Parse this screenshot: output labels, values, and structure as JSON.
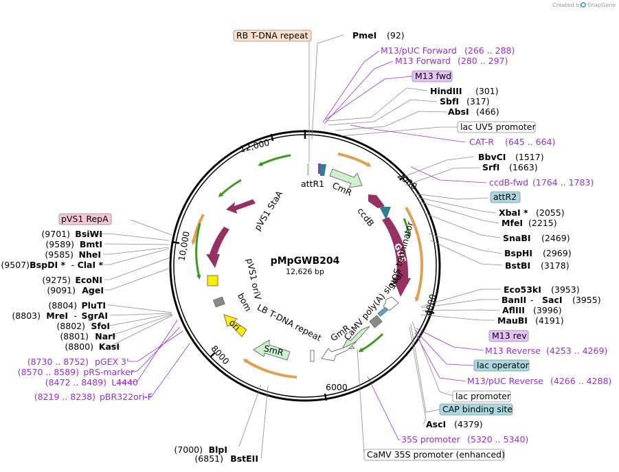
{
  "credit": "Created by",
  "brand": "SnapGene",
  "plasmid": {
    "name": "pMpGWB204",
    "size": "12,626 bp"
  },
  "scale": [
    "12,000",
    "10,000",
    "8000",
    "6000",
    "4000",
    "2000"
  ],
  "features_inner": {
    "attR1": "attR1",
    "cmR": "CmR",
    "ccdB": "ccdB",
    "gus": "GUS",
    "nos": "NOS terminator",
    "polyA": "CaMV poly(A) signal",
    "gmR": "GmR",
    "lb": "LB T-DNA repeat",
    "smR": "SmR",
    "ori": "ori",
    "bom": "bom",
    "oriV": "pVS1 oriV",
    "staA": "pVS1 StaA"
  },
  "sites_right": [
    {
      "name": "PmeI",
      "pos": "(92)"
    },
    {
      "name": "HindIII",
      "pos": "(301)"
    },
    {
      "name": "SbfI",
      "pos": "(317)"
    },
    {
      "name": "AbsI",
      "pos": "(466)"
    },
    {
      "name": "BbvCI",
      "pos": "(1517)"
    },
    {
      "name": "SrfI",
      "pos": "(1663)"
    },
    {
      "name": "XbaI *",
      "pos": "(2055)"
    },
    {
      "name": "MfeI",
      "pos": "(2215)"
    },
    {
      "name": "SnaBI",
      "pos": "(2469)"
    },
    {
      "name": "BspHI",
      "pos": "(2969)"
    },
    {
      "name": "BstBI",
      "pos": "(3178)"
    },
    {
      "name": "Eco53kI",
      "pos": "(3953)"
    },
    {
      "name": "BanII",
      "sep": "-",
      "name2": "SacI",
      "pos": "(3955)"
    },
    {
      "name": "AflIII",
      "pos": "(3996)"
    },
    {
      "name": "MauBI",
      "pos": "(4191)"
    },
    {
      "name": "AscI",
      "pos": "(4379)"
    }
  ],
  "primers_right": [
    {
      "name": "M13/pUC Forward",
      "pos": "(266 .. 288)"
    },
    {
      "name": "M13 Forward",
      "pos": "(280 .. 297)"
    },
    {
      "name": "CAT-R",
      "pos": "(645 .. 664)"
    },
    {
      "name": "ccdB-fwd",
      "pos": "(1764 .. 1783)"
    },
    {
      "name": "M13 Reverse",
      "pos": "(4253 .. 4269)"
    },
    {
      "name": "M13/pUC Reverse",
      "pos": "(4266 .. 4288)"
    },
    {
      "name": "35S promoter",
      "pos": "(5320 .. 5340)"
    }
  ],
  "boxes": {
    "rb": "RB T-DNA repeat",
    "m13fwd": "M13 fwd",
    "lacuv5": "lac UV5 promoter",
    "attR2": "attR2",
    "m13rev": "M13 rev",
    "lacop": "lac operator",
    "lacprom": "lac promoter",
    "cap": "CAP binding site",
    "camv35s": "CaMV 35S promoter (enhanced)",
    "repA": "pVS1 RepA"
  },
  "sites_left": [
    {
      "name": "BsiWI",
      "pos": "(9701)"
    },
    {
      "name": "BmtI",
      "pos": "(9589)"
    },
    {
      "name": "NheI",
      "pos": "(9585)"
    },
    {
      "name": "BspDI *",
      "sep": "-",
      "name2": "ClaI *",
      "pos": "(9507)"
    },
    {
      "name": "EcoNI",
      "pos": "(9275)"
    },
    {
      "name": "AgeI",
      "pos": "(9091)"
    },
    {
      "name": "PluTI",
      "pos": "(8804)"
    },
    {
      "name": "MreI",
      "sep": "-",
      "name2": "SgrAI",
      "pos": "(8803)"
    },
    {
      "name": "SfoI",
      "pos": "(8802)"
    },
    {
      "name": "NarI",
      "pos": "(8801)"
    },
    {
      "name": "KasI",
      "pos": "(8800)"
    },
    {
      "name": "BlpI",
      "pos": "(7000)"
    },
    {
      "name": "BstEII",
      "pos": "(6851)"
    }
  ],
  "primers_left": [
    {
      "name": "pGEX 3'",
      "pos": "(8730 .. 8752)"
    },
    {
      "name": "pRS-marker",
      "pos": "(8570 .. 8589)"
    },
    {
      "name": "L4440",
      "pos": "(8472 .. 8489)"
    },
    {
      "name": "pBR322ori-F",
      "pos": "(8219 .. 8238)"
    }
  ],
  "colors": {
    "marker": "#973063",
    "lightgreen": "#ccf2cc",
    "orange": "#e0a050",
    "green": "#3a9a20",
    "purple": "#9a2fd0",
    "ori": "#ffee00",
    "teal": "#2f7f8a"
  }
}
